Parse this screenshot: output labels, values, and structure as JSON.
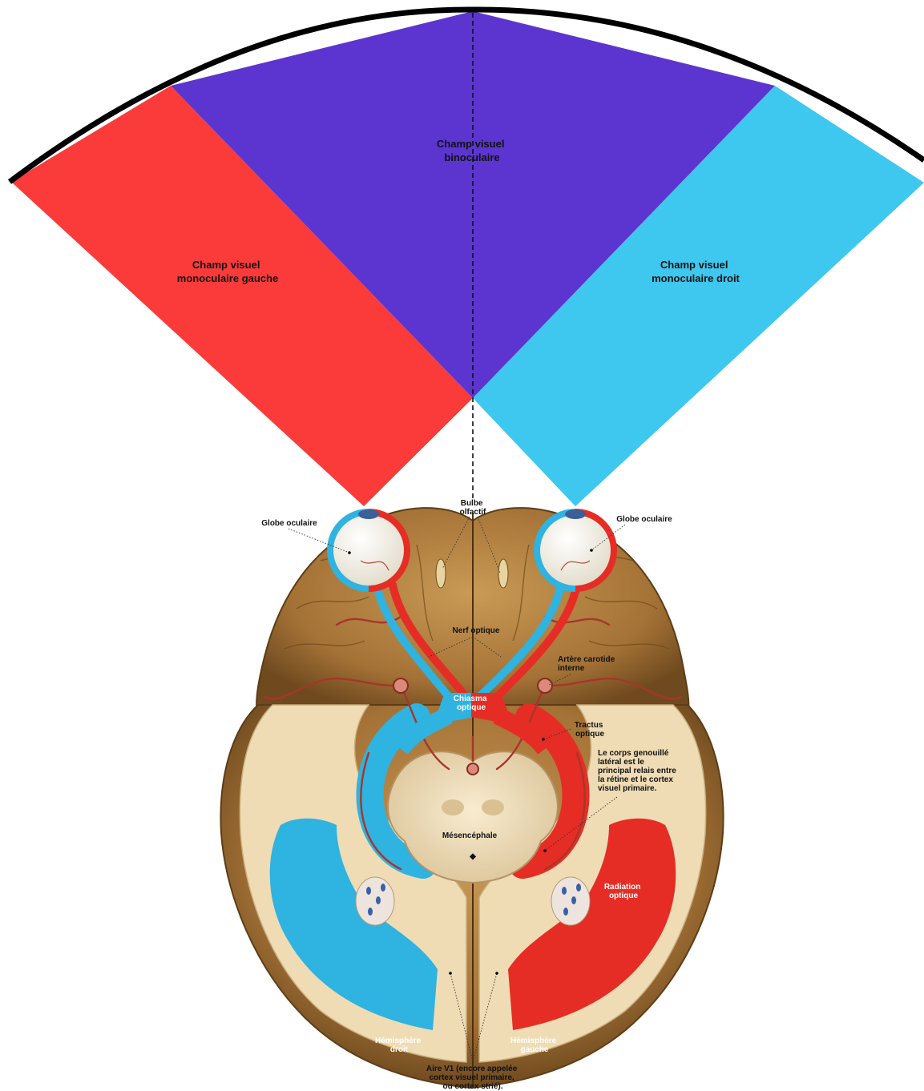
{
  "fields": {
    "left_mono": {
      "line1": "Champ visuel",
      "line2": "monoculaire gauche"
    },
    "binocular": {
      "line1": "Champ visuel",
      "line2": "binoculaire"
    },
    "right_mono": {
      "line1": "Champ visuel",
      "line2": "monoculaire droit"
    }
  },
  "labels": {
    "eye_left": "Globe oculaire",
    "eye_right": "Globe oculaire",
    "olfactory_1": "Bulbe",
    "olfactory_2": "olfactif",
    "optic_nerve": "Nerf optique",
    "carotid_1": "Artère carotide",
    "carotid_2": "interne",
    "chiasma_1": "Chiasma",
    "chiasma_2": "optique",
    "tract_1": "Tractus",
    "tract_2": "optique",
    "lgn_1": "Le corps genouillé",
    "lgn_2": "latéral est le",
    "lgn_3": "principal relais entre",
    "lgn_4": "la rétine et le cortex",
    "lgn_5": "visuel primaire.",
    "midbrain": "Mésencéphale",
    "radiation_1": "Radiation",
    "radiation_2": "optique",
    "hemi_right_1": "Hémisphère",
    "hemi_right_2": "droit",
    "hemi_left_1": "Hémisphère",
    "hemi_left_2": "gauche",
    "v1_1": "Aire V1 (encore appelée",
    "v1_2": "cortex visuel primaire,",
    "v1_3": "ou cortex strié)."
  },
  "colors": {
    "left_field": "#fb3a3a",
    "binocular_field": "#5c35d0",
    "right_field": "#3ec7ef",
    "brain": "#a67435",
    "white_matter": "#efdcb4",
    "pathway_red": "#e52d25",
    "pathway_blue": "#2fb3e0"
  }
}
